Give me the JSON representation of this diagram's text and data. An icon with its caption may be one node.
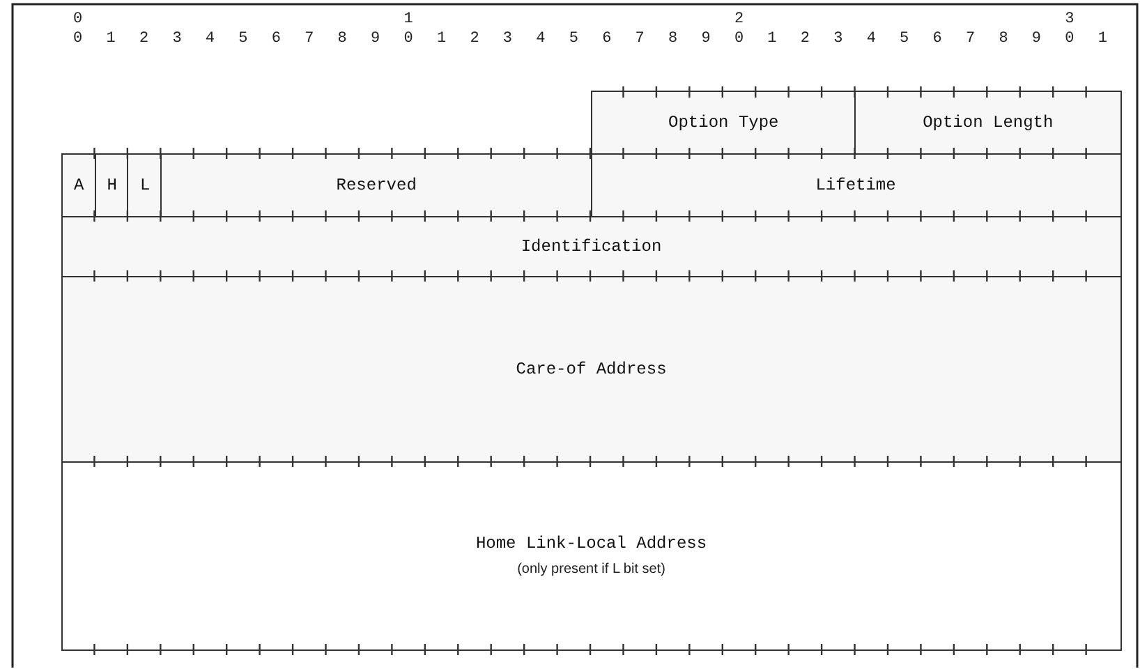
{
  "diagram": {
    "nodes": [
      {
        "text": [
          "Option Type"
        ]
      },
      {
        "text": [
          "Option Length"
        ]
      },
      {
        "text": [
          "A"
        ]
      },
      {
        "text": [
          "H"
        ]
      },
      {
        "text": [
          "L"
        ]
      },
      {
        "text": [
          "Reserved"
        ]
      },
      {
        "text": [
          "Lifetime"
        ]
      },
      {
        "text": [
          "Identification"
        ]
      },
      {
        "text": [
          "Care-of Address"
        ]
      },
      {
        "text": [
          "Home Link-Local Address",
          "(only present if L bit set)"
        ]
      }
    ],
    "edges": [],
    "labels": [
      "0",
      "1",
      "2",
      "3",
      "0",
      "1",
      "2",
      "3",
      "4",
      "5",
      "6",
      "7",
      "8",
      "9",
      "0",
      "1",
      "2",
      "3",
      "4",
      "5",
      "6",
      "7",
      "8",
      "9",
      "0",
      "1",
      "2",
      "3",
      "4",
      "5",
      "6",
      "7",
      "8",
      "9",
      "0",
      "1"
    ]
  }
}
